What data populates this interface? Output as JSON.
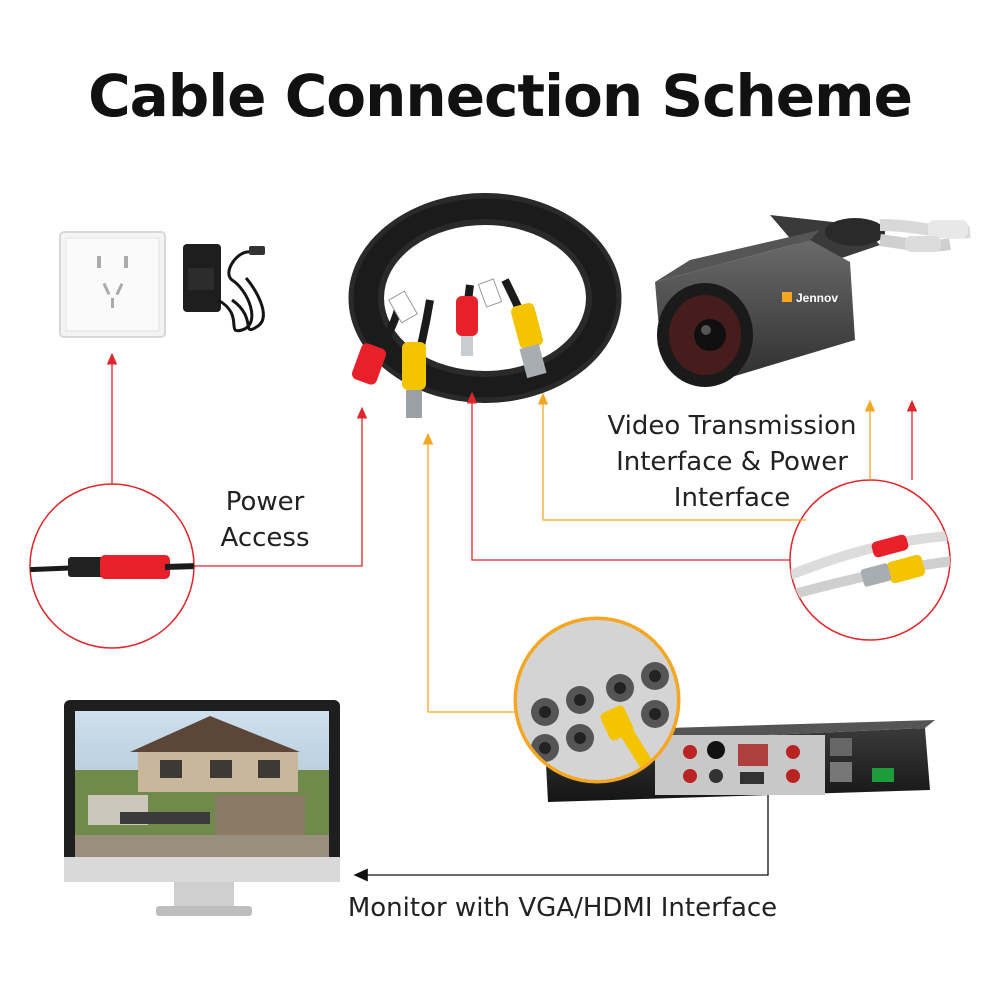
{
  "title": "Cable Connection Scheme",
  "labels": {
    "power_access": [
      "Power",
      "Access"
    ],
    "video_interface": [
      "Video Transmission",
      "Interface & Power",
      "Interface"
    ],
    "monitor": "Monitor with VGA/HDMI Interface"
  },
  "camera_brand": "Jennov",
  "colors": {
    "power_line": "#e0262a",
    "video_line": "#f5a623",
    "cable": "#1b1b1b",
    "red_plug": "#e8202a",
    "yellow_plug": "#f5c400"
  }
}
